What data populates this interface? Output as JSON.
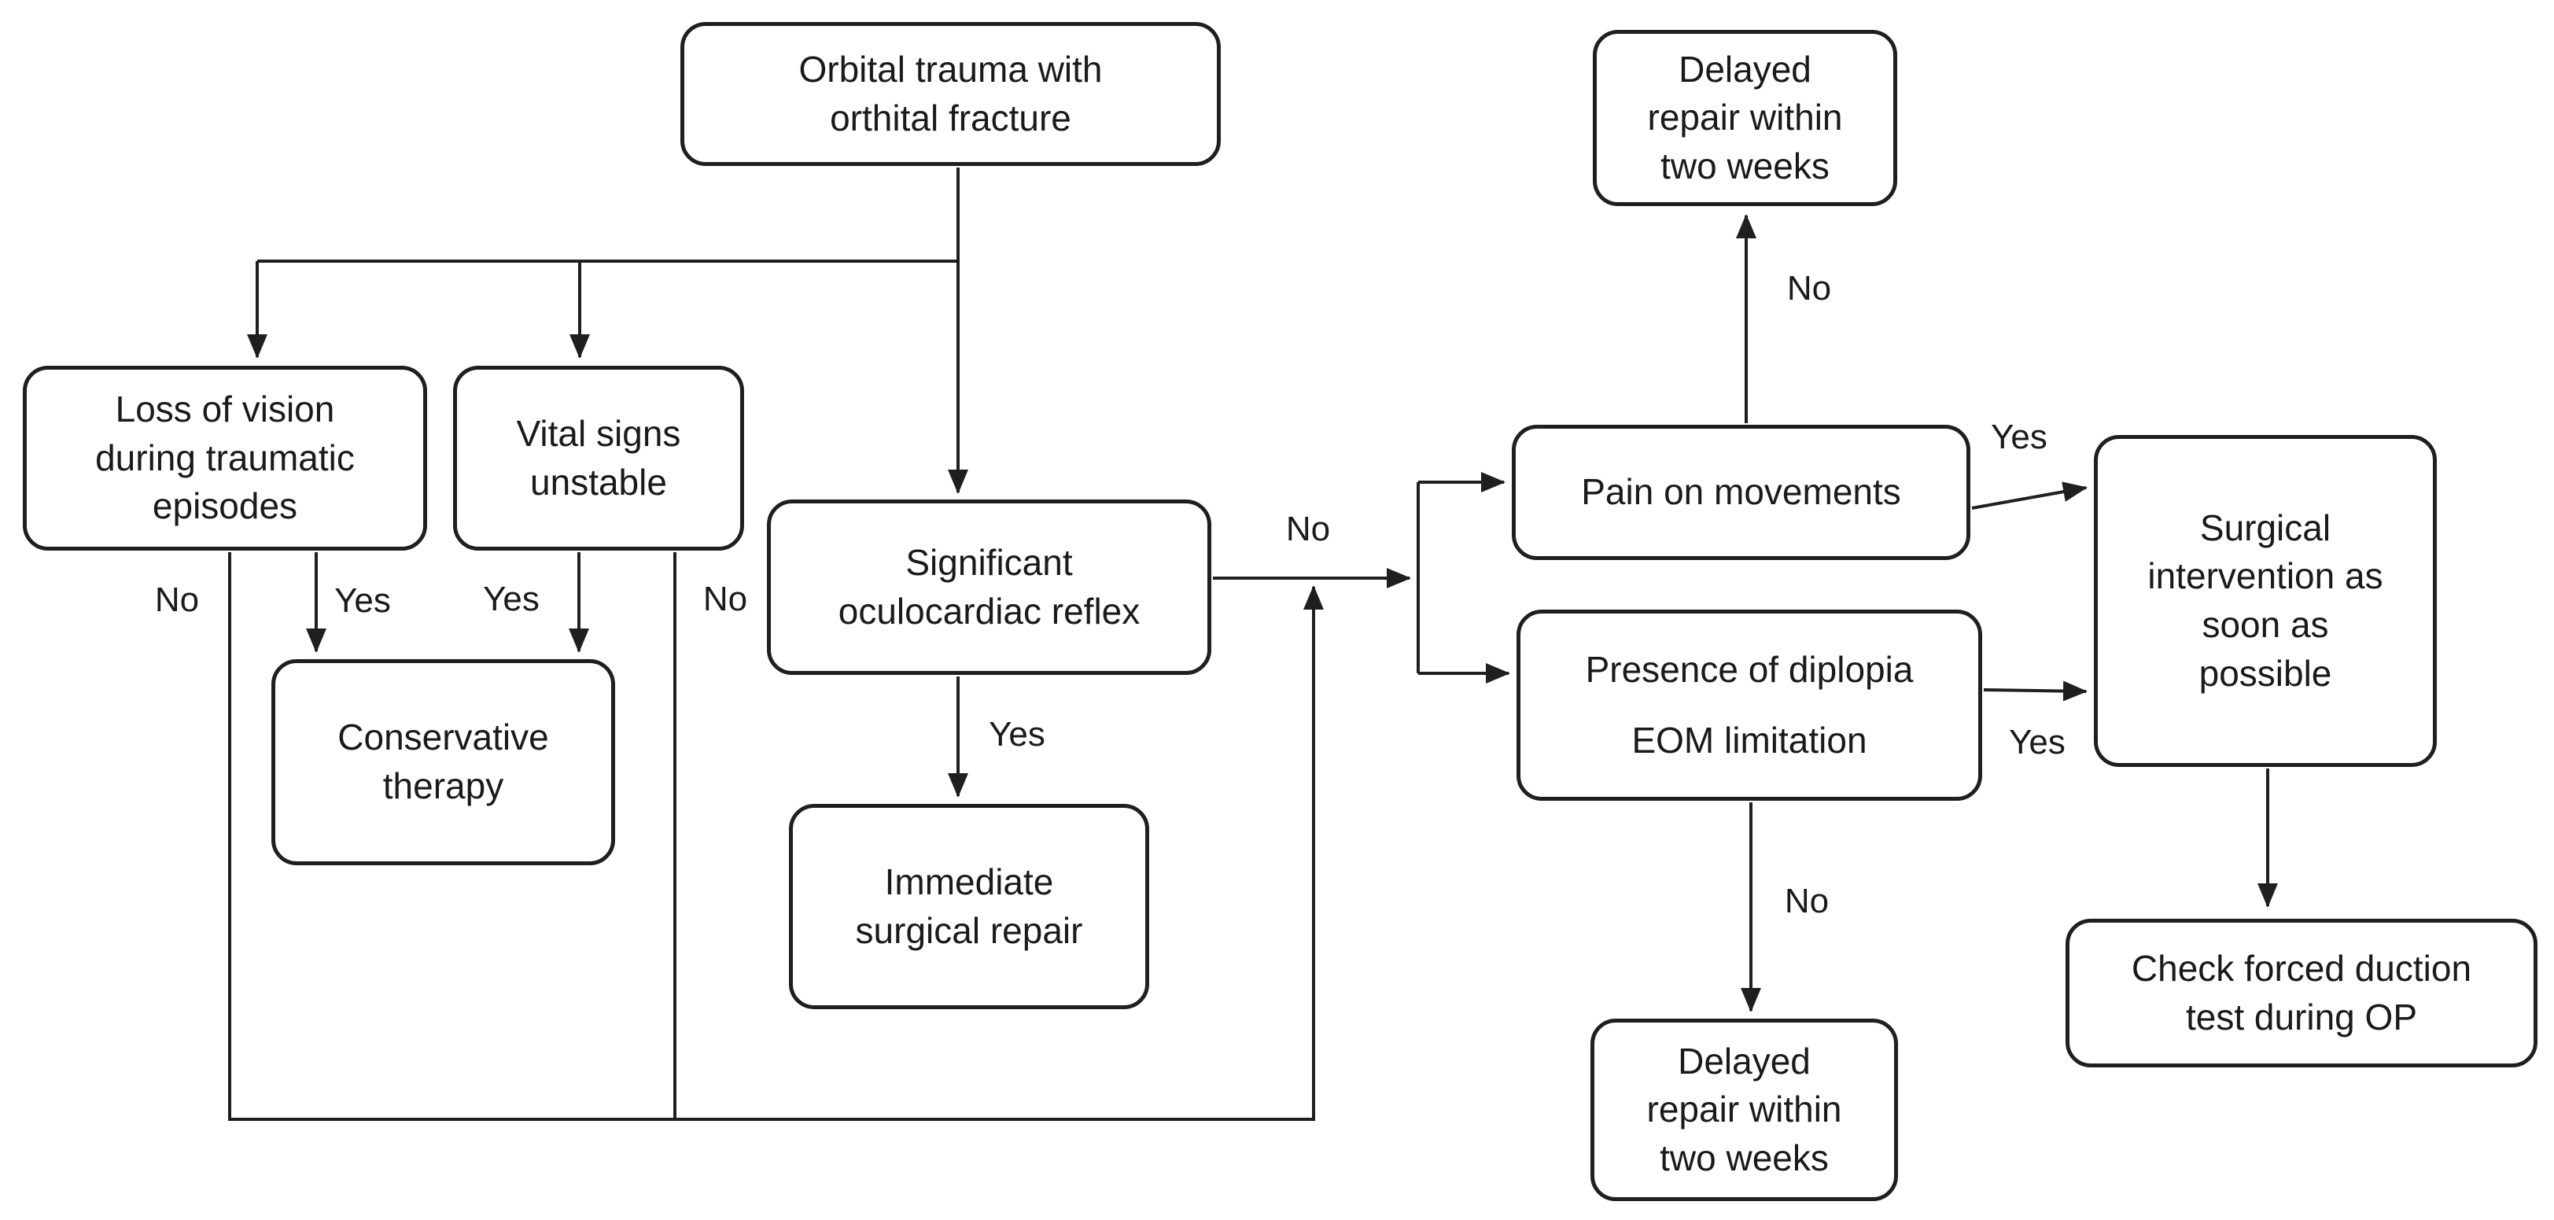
{
  "colors": {
    "background": "#ffffff",
    "box_border": "#1f1f1f",
    "line": "#1f1f1f",
    "text": "#1a1a1a"
  },
  "nodes": {
    "orbital_trauma": {
      "label": "Orbital trauma with\northital fracture"
    },
    "delayed_repair_top": {
      "label": "Delayed\nrepair within\ntwo weeks"
    },
    "loss_of_vision": {
      "label": "Loss of vision\nduring traumatic\nepisodes"
    },
    "vital_signs": {
      "label": "Vital signs\nunstable"
    },
    "significant_ocr": {
      "label": "Significant\noculocardiac reflex"
    },
    "conservative_therapy": {
      "label": "Conservative\ntherapy"
    },
    "immediate_repair": {
      "label": "Immediate\nsurgical repair"
    },
    "pain_on_movements": {
      "label": "Pain on movements"
    },
    "diplopia_eom": {
      "label": "Presence of diplopia\nEOM limitation"
    },
    "surgical_intervention": {
      "label": "Surgical\nintervention as\nsoon as\npossible"
    },
    "check_forced_duction": {
      "label": "Check forced duction\ntest during OP"
    },
    "delayed_repair_bottom": {
      "label": "Delayed\nrepair within\ntwo weeks"
    }
  },
  "edge_labels": {
    "loss_no": "No",
    "loss_yes": "Yes",
    "vital_yes": "Yes",
    "vital_no": "No",
    "ocr_yes": "Yes",
    "ocr_no": "No",
    "pain_no": "No",
    "pain_yes": "Yes",
    "diplopia_yes": "Yes",
    "diplopia_no": "No"
  }
}
